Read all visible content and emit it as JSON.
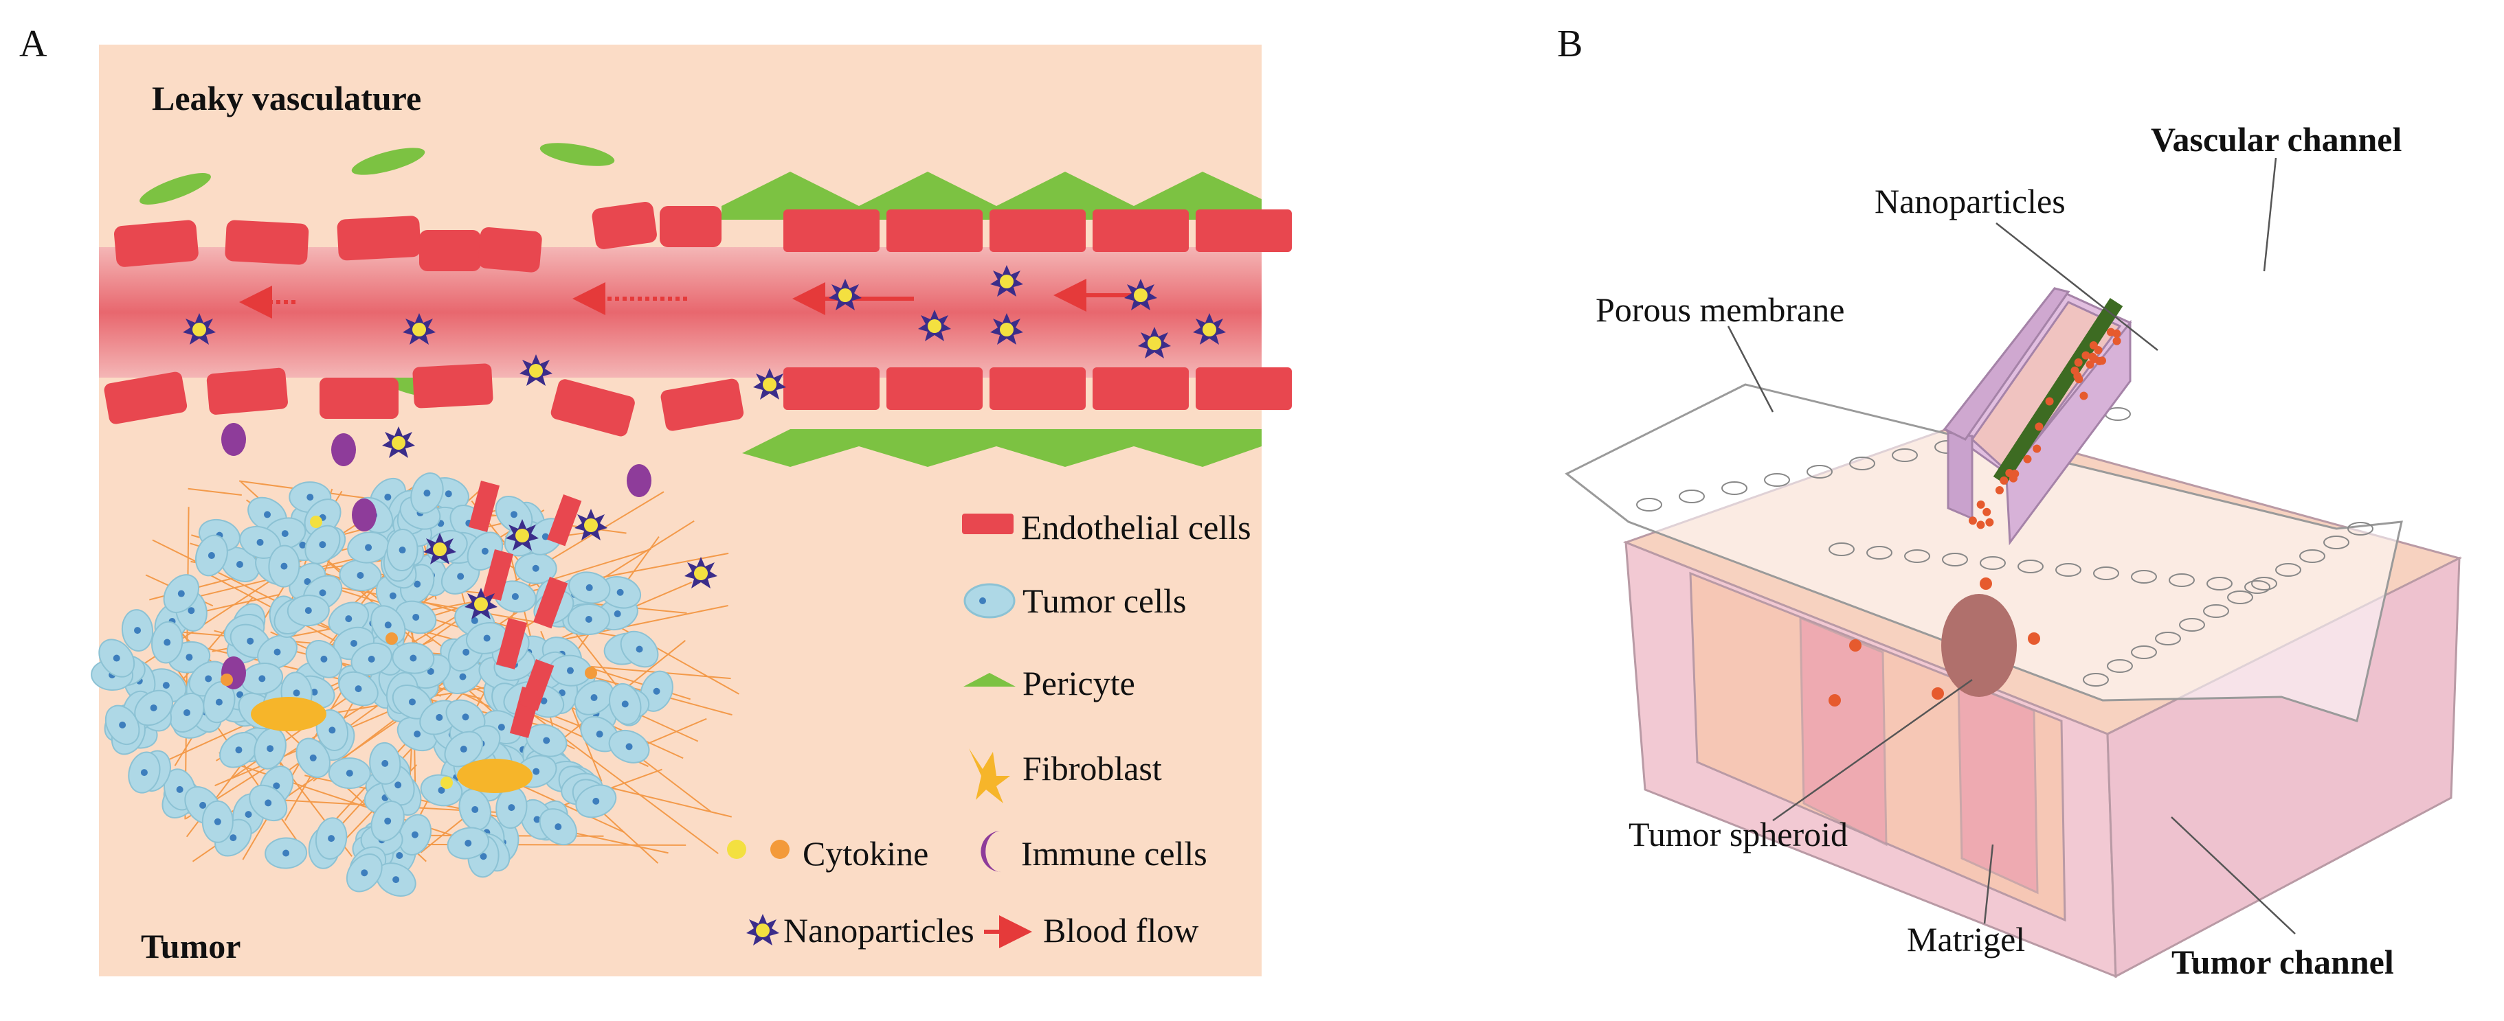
{
  "panel_a": {
    "letter": "A",
    "title": "Leaky vasculature",
    "tumor_label": "Tumor",
    "legend": {
      "endothelial": "Endothelial cells",
      "tumor_cells": "Tumor cells",
      "pericyte": "Pericyte",
      "fibroblast": "Fibroblast",
      "cytokine": "Cytokine",
      "immune": "Immune cells",
      "nanoparticles": "Nanoparticles",
      "blood_flow": "Blood flow"
    },
    "colors": {
      "background": "#fbdcc6",
      "endothelial": "#e8474f",
      "tumor_cell": "#aed8e6",
      "pericyte": "#7cc242",
      "fibroblast": "#f6b52a",
      "immune": "#8e3c9a",
      "nanoparticle": "#3b2d8a",
      "cytokine": [
        "#f3e040",
        "#f39a3a"
      ]
    }
  },
  "panel_b": {
    "letter": "B",
    "labels": {
      "vascular_channel": "Vascular channel",
      "nanoparticles": "Nanoparticles",
      "porous_membrane": "Porous membrane",
      "tumor_spheroid": "Tumor spheroid",
      "matrigel": "Matrigel",
      "tumor_channel": "Tumor channel"
    },
    "colors": {
      "chip": "#f0c8d2",
      "channel": "#d9b1d8",
      "flow_arrow": "#3d6b22"
    }
  }
}
